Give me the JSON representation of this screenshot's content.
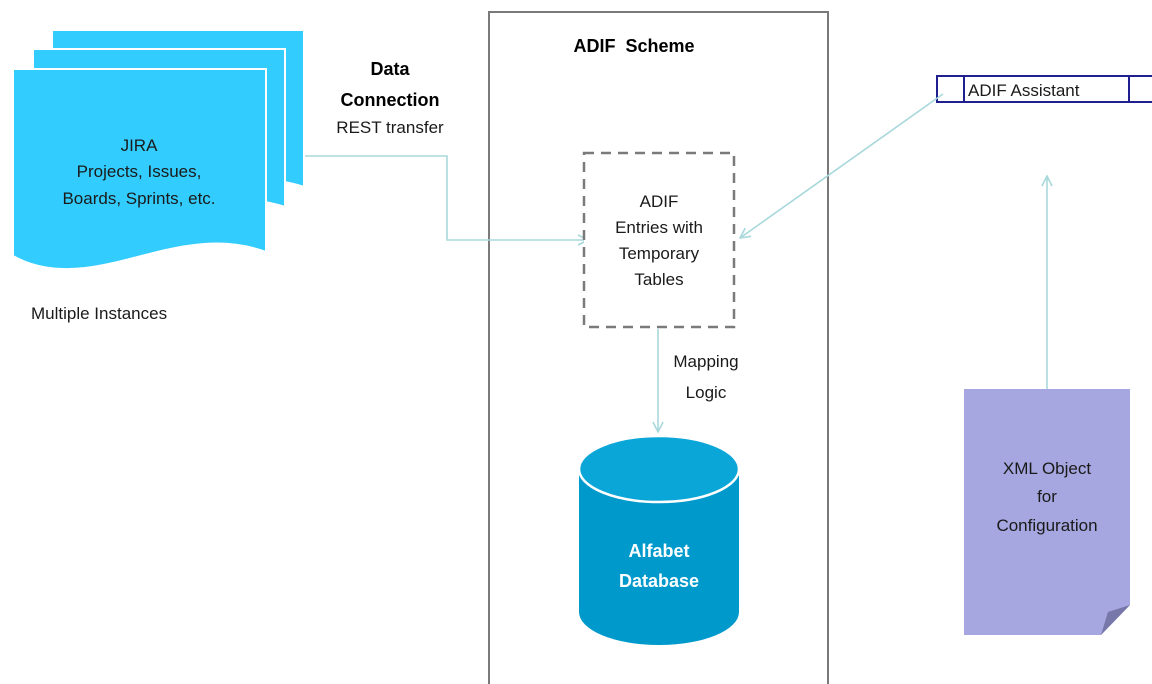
{
  "colors": {
    "jira_doc": "#33ccff",
    "database": "#0099cc",
    "database_top": "#0aa6d8",
    "xml_doc": "#a6a6e0",
    "xml_fold": "#7777aa",
    "connector": "#a8d8dc",
    "scheme_border": "#7a7a7a",
    "assistant_border": "#1f1f8f"
  },
  "icons": {
    "jira_stack": "stacked-document-icon",
    "database": "database-cylinder-icon",
    "xml": "folded-document-icon"
  },
  "jira": {
    "line1": "JIRA",
    "line2": "Projects, Issues,",
    "line3": "Boards, Sprints, etc."
  },
  "multiple_instances": "Multiple Instances",
  "connection": {
    "title_line1": "Data",
    "title_line2": "Connection",
    "subtitle": "REST transfer"
  },
  "scheme": {
    "title": "ADIF  Scheme"
  },
  "entries": {
    "line1": "ADIF",
    "line2": "Entries with",
    "line3": "Temporary",
    "line4": "Tables"
  },
  "mapping": {
    "line1": "Mapping",
    "line2": "Logic"
  },
  "database": {
    "line1": "Alfabet",
    "line2": "Database"
  },
  "assistant": {
    "label": "ADIF Assistant"
  },
  "xml": {
    "line1": "XML Object",
    "line2": "for",
    "line3": "Configuration"
  }
}
